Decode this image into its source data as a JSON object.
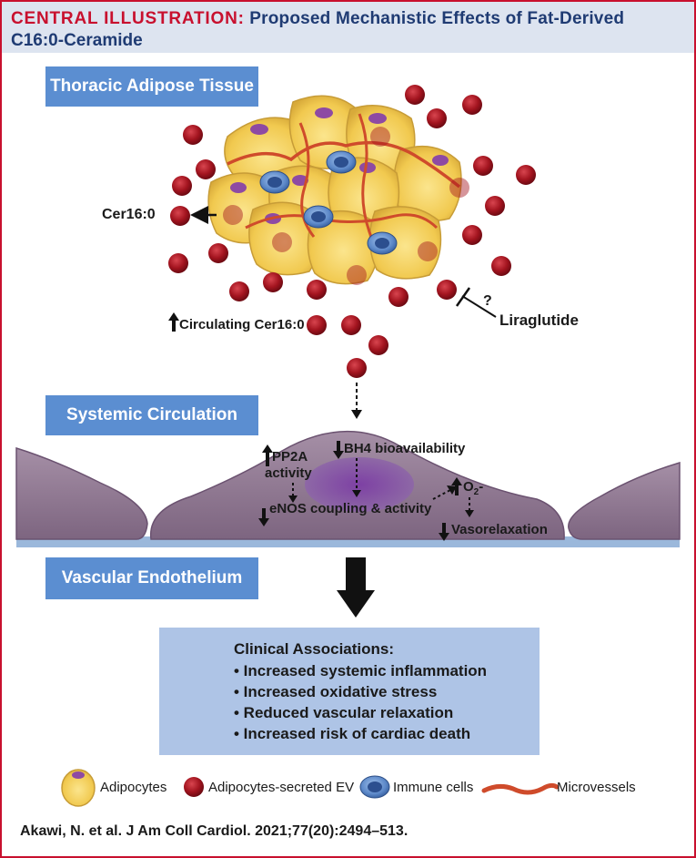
{
  "header": {
    "lead": "CENTRAL ILLUSTRATION:",
    "title_line1": "Proposed Mechanistic Effects of Fat-Derived",
    "title_line2": "C16:0-Ceramide"
  },
  "sections": {
    "thoracic": "Thoracic Adipose Tissue",
    "systemic": "Systemic Circulation",
    "vascular": "Vascular Endothelium"
  },
  "labels": {
    "cer_left": "Cer16:0",
    "circulating": "Circulating Cer16:0",
    "question": "?",
    "liraglutide": "Liraglutide",
    "pp2a_line1": "PP2A",
    "pp2a_line2": "activity",
    "bh4": "BH4 bioavailability",
    "enos": "eNOS coupling & activity",
    "o2": "O",
    "o2_sub": "2",
    "o2_suffix": "-",
    "vasorelaxation": "Vasorelaxation"
  },
  "clinical": {
    "title": "Clinical Associations:",
    "items": [
      "• Increased systemic inflammation",
      "• Increased oxidative stress",
      "• Reduced vascular relaxation",
      "• Increased risk of cardiac death"
    ]
  },
  "legend": [
    {
      "label": "Adipocytes",
      "icon": "adipocyte-icon"
    },
    {
      "label": "Adipocytes-secreted EV",
      "icon": "ev-icon"
    },
    {
      "label": "Immune cells",
      "icon": "immune-cell-icon"
    },
    {
      "label": "Microvessels",
      "icon": "microvessel-icon"
    }
  ],
  "citation": "Akawi, N. et al. J Am Coll Cardiol. 2021;77(20):2494–513.",
  "colors": {
    "accent_red": "#c8102e",
    "header_bg": "#dde4f0",
    "section_box": "#5b8ed1",
    "clinical_bg": "#aec4e6",
    "ev": "#a3141f",
    "adipocyte": "#f5d36a",
    "immune": "#5d89c9",
    "vessel": "#d2502c",
    "endothelium": "#8f7590",
    "nucleus": "#6e3f93"
  }
}
